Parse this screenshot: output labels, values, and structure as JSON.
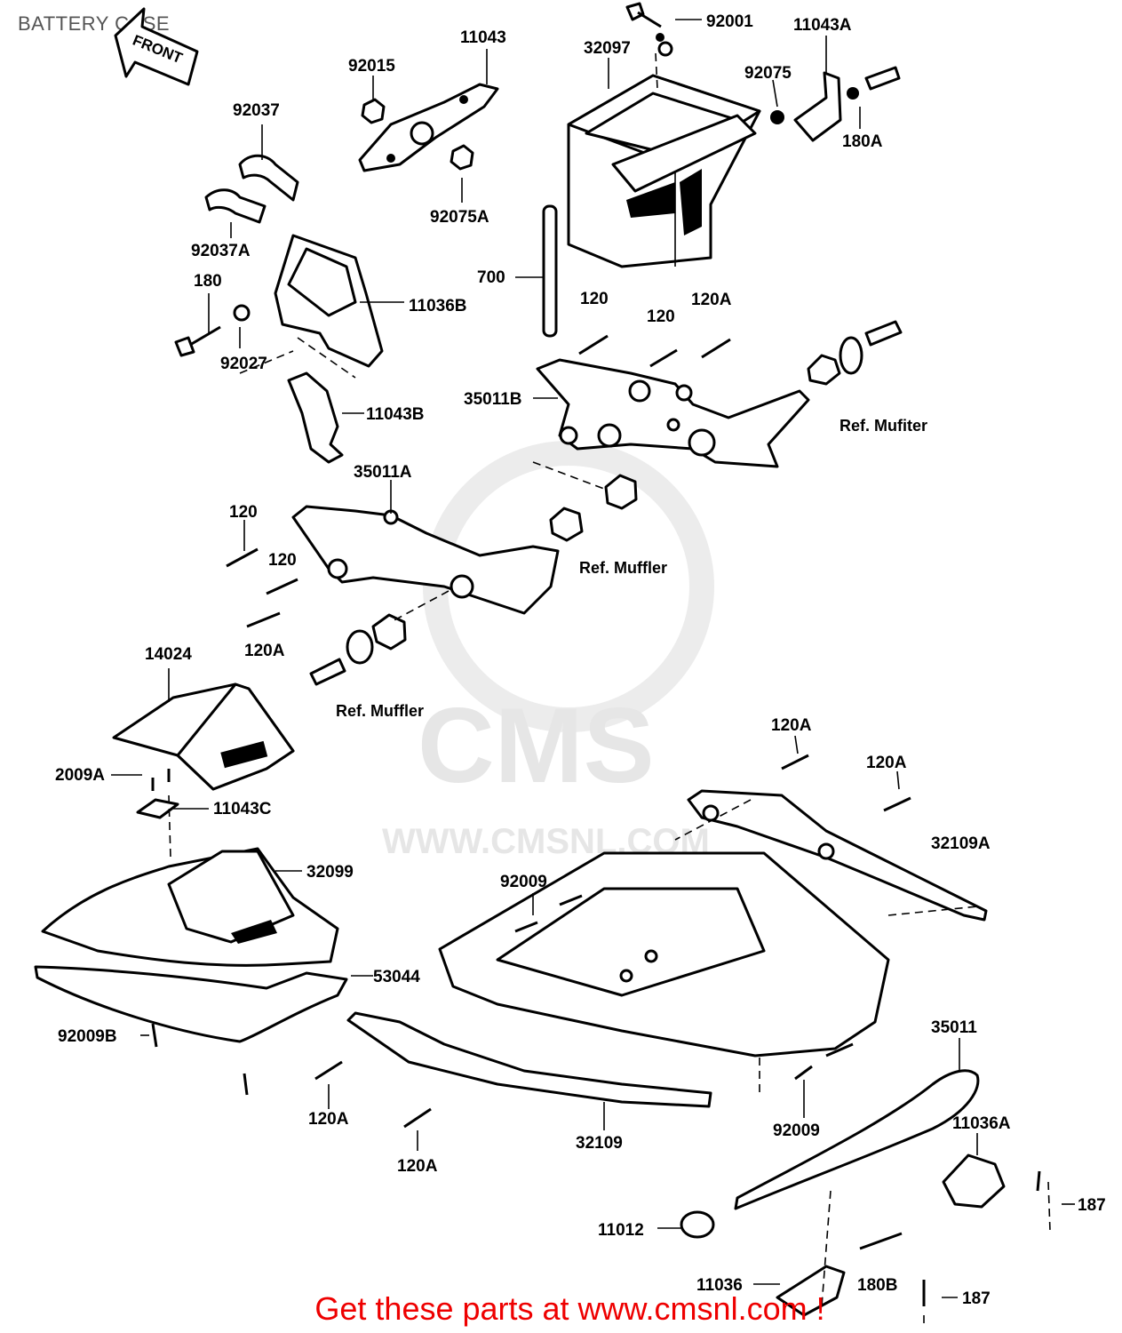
{
  "page": {
    "title": "BATTERY CASE",
    "footer": "Get these parts at www.cmsnl.com !"
  },
  "watermark": {
    "logo_text": "CMS",
    "url_text": "WWW.CMSNL.COM"
  },
  "arrow": {
    "label": "FRONT"
  },
  "labels": {
    "p92001": "92001",
    "p11043": "11043",
    "p92015": "92015",
    "p32097": "32097",
    "p11043A": "11043A",
    "p92075": "92075",
    "p180A": "180A",
    "p92037": "92037",
    "p92075A": "92075A",
    "p92037A": "92037A",
    "p700": "700",
    "p180": "180",
    "p11036B": "11036B",
    "p120_a": "120",
    "p120_b": "120",
    "p120A_a": "120A",
    "p92027": "92027",
    "p35011B": "35011B",
    "p11043B": "11043B",
    "p35011A": "35011A",
    "p120_c": "120",
    "p120_d": "120",
    "p120A_b": "120A",
    "p14024": "14024",
    "p2009A": "2009A",
    "p11043C": "11043C",
    "p32099": "32099",
    "p120A_c": "120A",
    "p120A_d": "120A",
    "p32109A": "32109A",
    "p92009_a": "92009",
    "p53044": "53044",
    "p92009B": "92009B",
    "p120A_e": "120A",
    "p120A_f": "120A",
    "p32109": "32109",
    "p92009_b": "92009",
    "p35011": "35011",
    "p11036A": "11036A",
    "p187_a": "187",
    "p11012": "11012",
    "p11036": "11036",
    "p180B": "180B",
    "p187_b": "187"
  },
  "refs": {
    "muffler_1": "Ref. Mufiter",
    "muffler_2": "Ref. Muffler",
    "muffler_3": "Ref. Muffler"
  }
}
